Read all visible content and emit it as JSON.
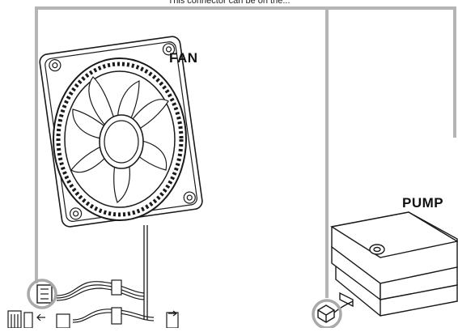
{
  "diagram": {
    "caption": "This connector can be on the...",
    "labels": {
      "fan": "FAN",
      "pump": "PUMP"
    },
    "colors": {
      "route_line": "#b5b5b5",
      "highlight_circle": "#a9a9a9",
      "ink": "#1a1a1a"
    },
    "icons": {
      "fan": "fan-icon",
      "pump": "pump-icon",
      "connector": "connector-icon"
    }
  }
}
